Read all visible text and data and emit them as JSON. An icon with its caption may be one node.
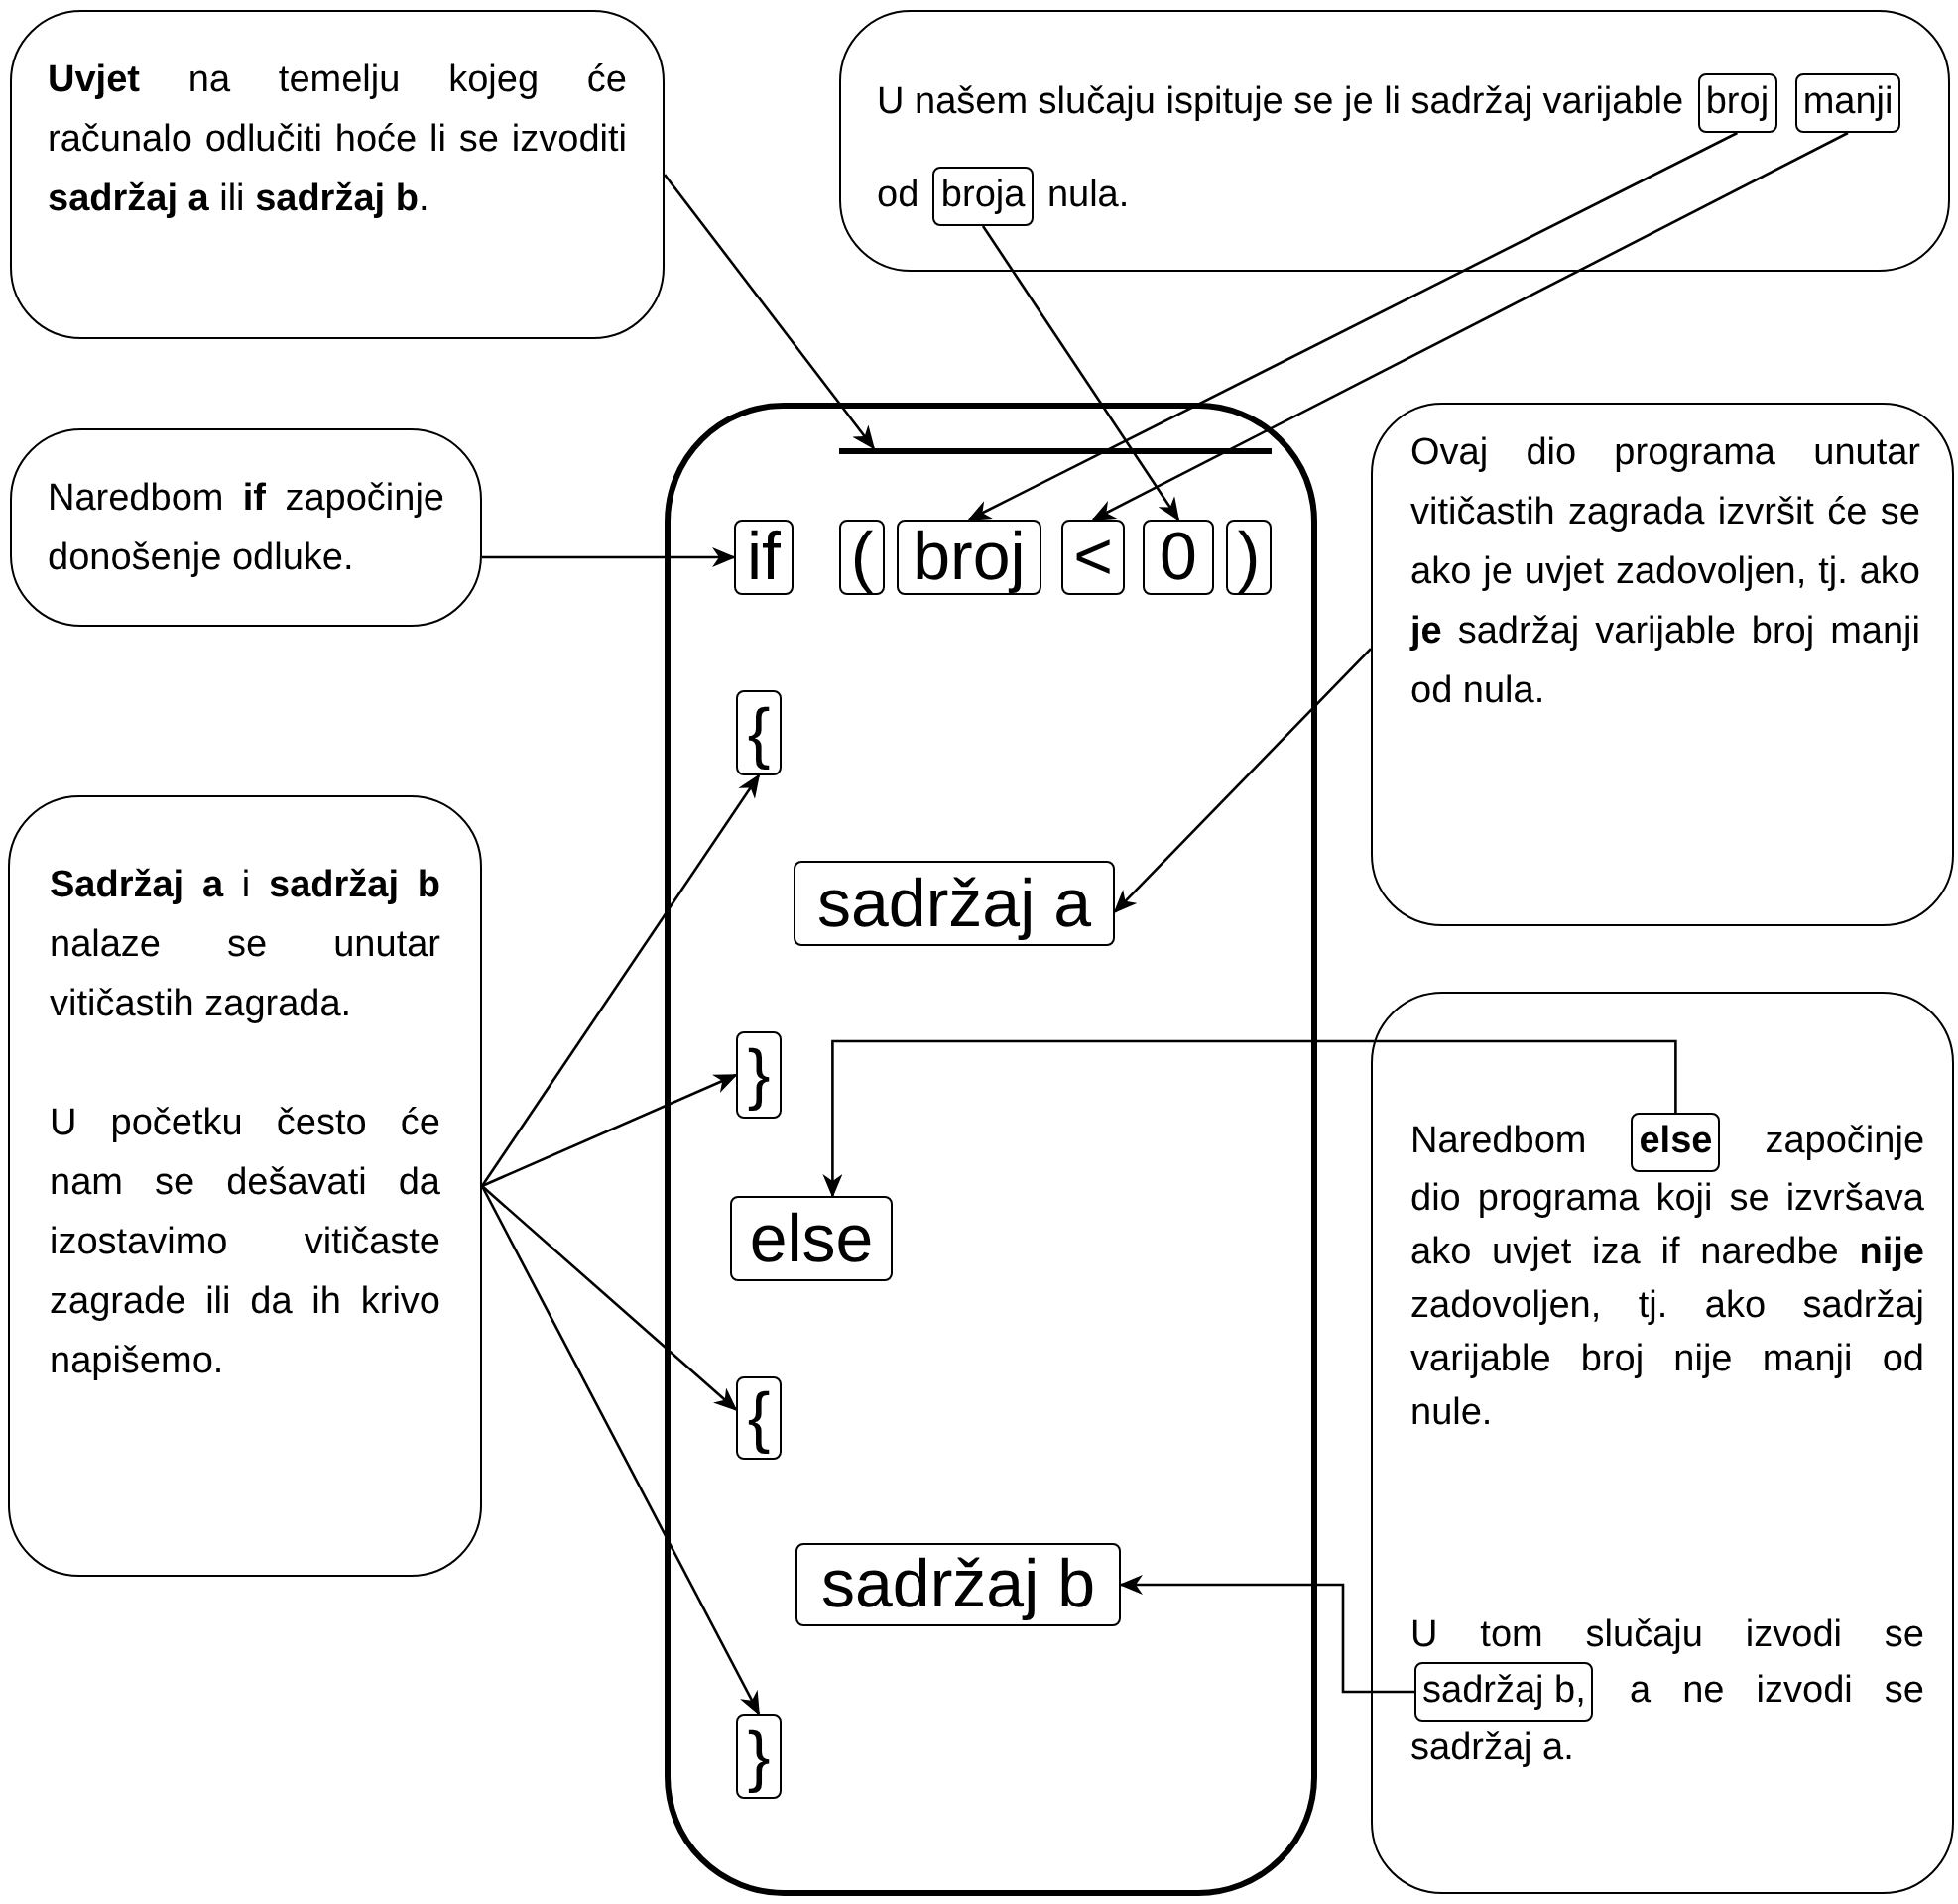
{
  "diagram": {
    "nodes": [
      {
        "text": [
          "**Uvjet** na temelju kojeg će računalo odlučiti hoće li se izvoditi **sadržaj a** ili **sadržaj b**."
        ]
      },
      {
        "text": [
          "U našem slučaju ispituje se je li sadržaj varijable",
          "od",
          "nula."
        ]
      },
      {
        "text": [
          "broj"
        ],
        "in": 1
      },
      {
        "text": [
          "manji"
        ],
        "in": 1
      },
      {
        "text": [
          "broja"
        ],
        "in": 1
      },
      {
        "text": [
          "Naredbom **if** započinje donošenje odluke."
        ]
      },
      {
        "text": [
          "**Sadržaj a** i **sadržaj b** nalaze se unutar vitičastih zagrada.",
          "U početku često će nam se dešavati da izostavimo vitičaste zagrade ili da ih krivo napišemo."
        ]
      },
      {
        "text": [],
        "shape": "box"
      },
      {
        "text": [],
        "shape": "bar",
        "in": 7
      },
      {
        "text": [
          "if"
        ],
        "in": 7
      },
      {
        "text": [
          "("
        ],
        "in": 7
      },
      {
        "text": [
          "broj"
        ],
        "in": 7
      },
      {
        "text": [
          "<"
        ],
        "in": 7
      },
      {
        "text": [
          "0"
        ],
        "in": 7
      },
      {
        "text": [
          ")"
        ],
        "in": 7
      },
      {
        "text": [
          "{"
        ],
        "in": 7
      },
      {
        "text": [
          "sadržaj a"
        ],
        "in": 7
      },
      {
        "text": [
          "}"
        ],
        "in": 7
      },
      {
        "text": [
          "else"
        ],
        "in": 7
      },
      {
        "text": [
          "{"
        ],
        "in": 7
      },
      {
        "text": [
          "sadržaj b"
        ],
        "in": 7
      },
      {
        "text": [
          "}"
        ],
        "in": 7
      },
      {
        "text": [
          "Ovaj dio programa unutar vitičastih zagrada izvršit će se ako je uvjet zadovoljen, tj. ako **je** sadržaj varijable broj manji od nula."
        ]
      },
      {
        "text": [
          "Naredbom",
          "započinje dio programa koji se izvršava ako uvjet iza if naredbe **nije** zadovoljen, tj. ako sadržaj varijable broj nije manji od nule.",
          "U tom slučaju izvodi se",
          "a ne izvodi se sadržaj a."
        ]
      },
      {
        "text": [
          "else"
        ],
        "in": 23
      },
      {
        "text": [
          "sadržaj b,"
        ],
        "in": 23
      }
    ],
    "edges": [
      {
        "from": 0,
        "to": 8,
        "arrow": "to"
      },
      {
        "from": 2,
        "to": 11,
        "arrow": "to"
      },
      {
        "from": 3,
        "to": 12,
        "arrow": "to"
      },
      {
        "from": 4,
        "to": 13,
        "arrow": "to"
      },
      {
        "from": 5,
        "to": 9,
        "arrow": "to"
      },
      {
        "from": 6,
        "to": 15,
        "arrow": "to"
      },
      {
        "from": 6,
        "to": 17,
        "arrow": "to"
      },
      {
        "from": 6,
        "to": 19,
        "arrow": "to"
      },
      {
        "from": 6,
        "to": 21,
        "arrow": "to"
      },
      {
        "from": 22,
        "to": 16,
        "arrow": "to"
      },
      {
        "from": 24,
        "to": 18,
        "arrow": "to"
      },
      {
        "from": 25,
        "to": 20,
        "arrow": "to"
      }
    ]
  }
}
